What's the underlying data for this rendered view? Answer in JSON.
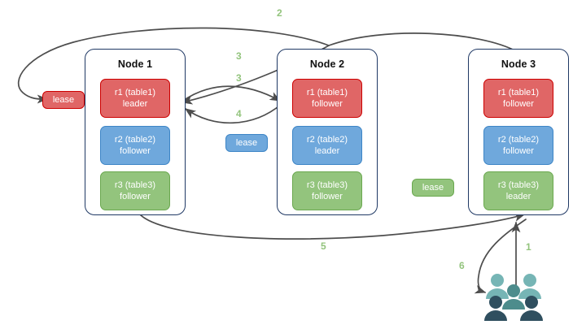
{
  "diagram": {
    "title": "Raft multi-node lease and replica diagram",
    "colors": {
      "replica_red_fill": "#e06666",
      "replica_red_stroke": "#cc0000",
      "replica_blue_fill": "#6fa8dc",
      "replica_blue_stroke": "#3d85c6",
      "replica_green_fill": "#93c47d",
      "replica_green_stroke": "#6aa84f",
      "node_border": "#1f3864",
      "edge_stroke": "#4d4d4d",
      "edge_label": "#93c47d",
      "people_light": "#76b5b5",
      "people_mid": "#4d8c8c",
      "people_dark": "#2f4f5f",
      "background": "#ffffff"
    },
    "nodes": [
      {
        "name": "node-1",
        "title": "Node 1",
        "replicas": [
          {
            "line1": "r1 (table1)",
            "line2": "leader",
            "color": "red"
          },
          {
            "line1": "r2 (table2)",
            "line2": "follower",
            "color": "blue"
          },
          {
            "line1": "r3 (table3)",
            "line2": "follower",
            "color": "green"
          }
        ]
      },
      {
        "name": "node-2",
        "title": "Node 2",
        "replicas": [
          {
            "line1": "r1 (table1)",
            "line2": "follower",
            "color": "red"
          },
          {
            "line1": "r2 (table2)",
            "line2": "leader",
            "color": "blue"
          },
          {
            "line1": "r3 (table3)",
            "line2": "follower",
            "color": "green"
          }
        ]
      },
      {
        "name": "node-3",
        "title": "Node 3",
        "replicas": [
          {
            "line1": "r1 (table1)",
            "line2": "follower",
            "color": "red"
          },
          {
            "line1": "r2 (table2)",
            "line2": "follower",
            "color": "blue"
          },
          {
            "line1": "r3 (table3)",
            "line2": "leader",
            "color": "green"
          }
        ]
      }
    ],
    "leases": [
      {
        "name": "lease-r1",
        "label": "lease",
        "color": "red"
      },
      {
        "name": "lease-r2",
        "label": "lease",
        "color": "blue"
      },
      {
        "name": "lease-r3",
        "label": "lease",
        "color": "green"
      }
    ],
    "edge_labels": [
      {
        "name": "edge-label-2",
        "text": "2"
      },
      {
        "name": "edge-label-3a",
        "text": "3"
      },
      {
        "name": "edge-label-3b",
        "text": "3"
      },
      {
        "name": "edge-label-4",
        "text": "4"
      },
      {
        "name": "edge-label-5",
        "text": "5"
      },
      {
        "name": "edge-label-1",
        "text": "1"
      },
      {
        "name": "edge-label-6",
        "text": "6"
      }
    ],
    "people_icon": "users-icon"
  }
}
